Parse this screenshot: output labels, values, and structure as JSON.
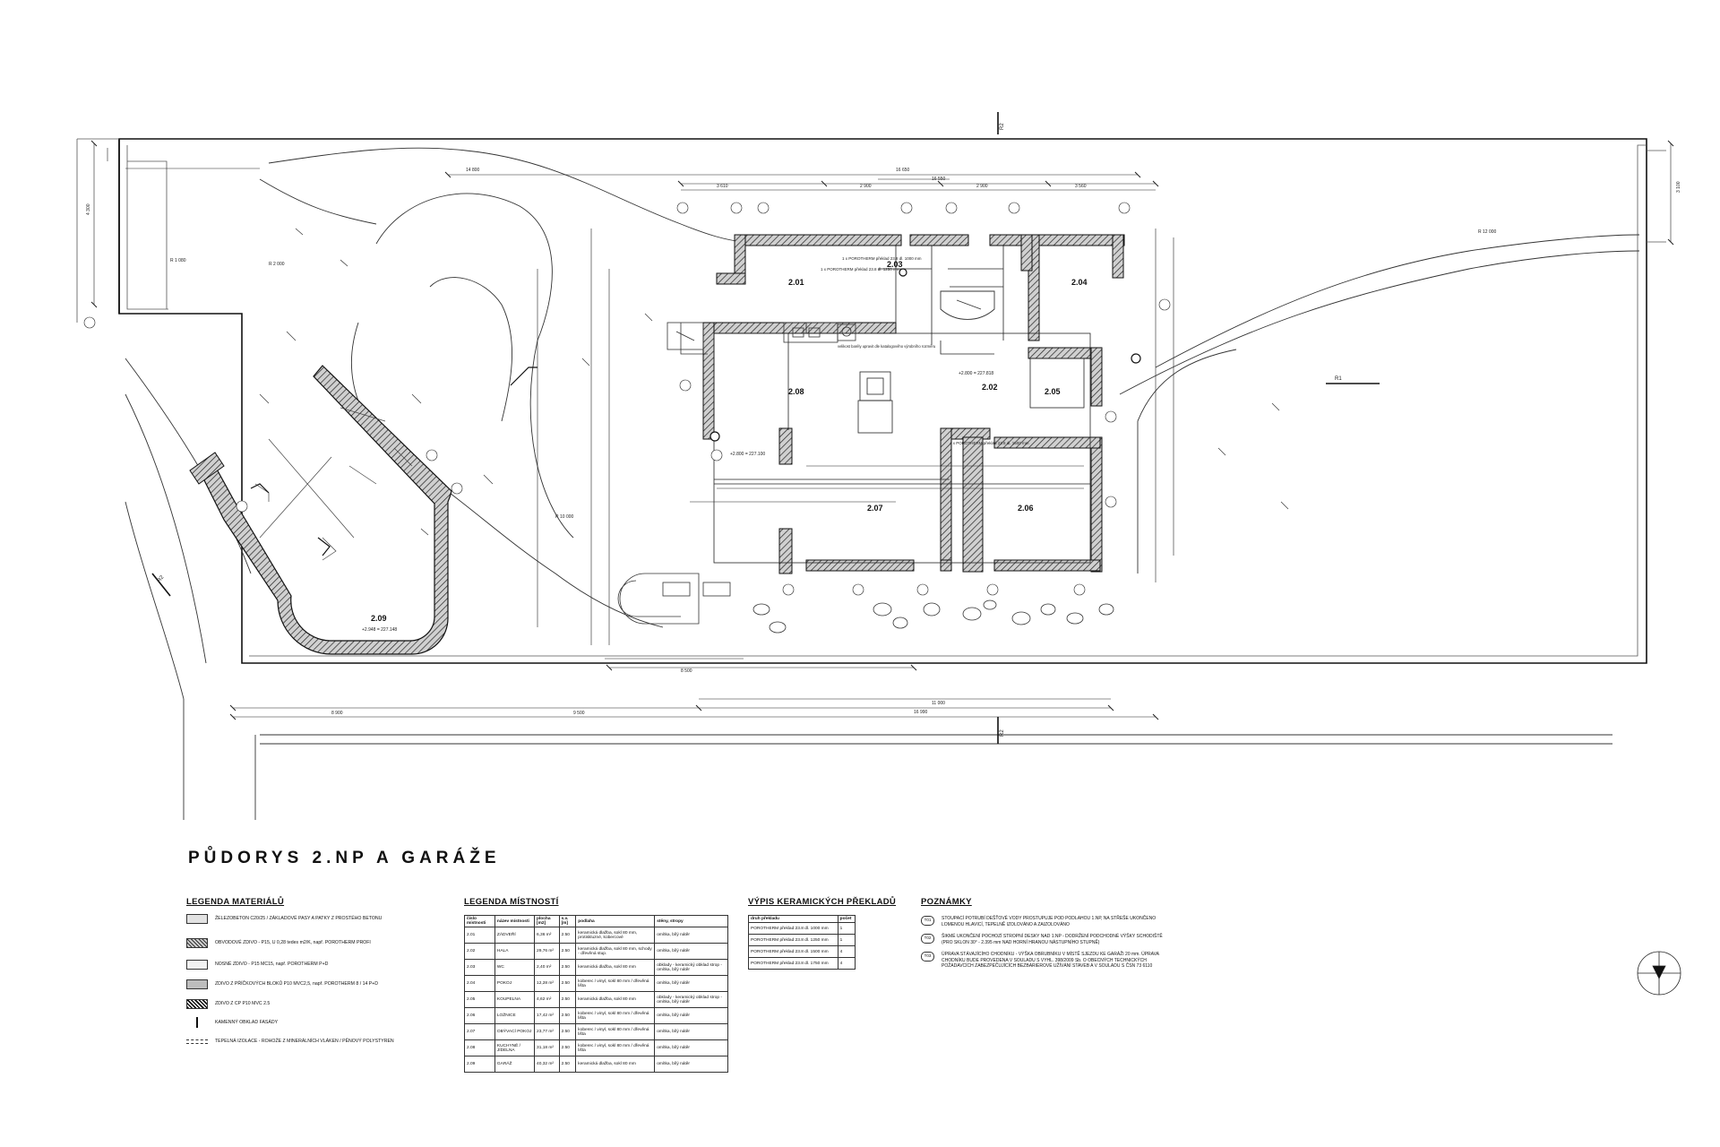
{
  "title": "PŮDORYS 2.NP A GARÁŽE",
  "rooms_on_plan": [
    {
      "id": "2.01"
    },
    {
      "id": "2.02"
    },
    {
      "id": "2.03"
    },
    {
      "id": "2.04"
    },
    {
      "id": "2.05"
    },
    {
      "id": "2.06"
    },
    {
      "id": "2.07"
    },
    {
      "id": "2.08"
    },
    {
      "id": "2.09"
    }
  ],
  "plan_texts": {
    "dim_top_1": "14 800",
    "dim_top_2": "16 650",
    "dim_top_3": "16 550",
    "dim_sub_1": "3 610",
    "dim_sub_2": "2 900",
    "dim_sub_3": "2 900",
    "dim_sub_4": "3 560",
    "dim_bot_1": "8 500",
    "dim_bot_2": "11 000",
    "dim_bot_3": "8 900",
    "dim_bot_4": "9 500",
    "dim_bot_5": "16 990",
    "dim_left": "4 300",
    "dim_right": "3 100",
    "lintel_1": "1 x POROTHERM překlad 23.8 dl. 1250 mm",
    "lintel_2": "1 x POROTHERM překlad 23.8 dl. 1000 mm",
    "lintel_3": "4 x POROTHERM překlad 23.8 dl. 1500 mm",
    "level_208": "+2.800 = 227.100",
    "level_202": "+2.800 = 227.818",
    "level_209": "+2.948 = 227.148",
    "kitchen_note": "velikost barély upravit dle katalogového výrobního rozměru",
    "radius_1": "R 1 080",
    "radius_2": "R 2 000",
    "radius_3": "R 12 000",
    "radius_4": "R 10 000",
    "section_a": "R1",
    "section_b": "R2",
    "cut_top": "R2",
    "cut_bottom": "R2"
  },
  "legend_materials": {
    "heading": "LEGENDA MATERIÁLŮ",
    "items": [
      "ŽELEZOBETON C20/25 / ZÁKLADOVÉ PASY A PATKY Z PROSTÉHO BETONU",
      "OBVODOVÉ ZDIVO - P15, U 0,28 tedes m2/K, např. POROTHERM PROFI",
      "NOSNÉ ZDIVO - P15 MC15, např. POROTHERM P+D",
      "ZDIVO Z PŘÍČKOVÝCH BLOKŮ P10 MVC2,5, např. POROTHERM 8 / 14 P+D",
      "ZDIVO Z CP P10 MVC 2.5",
      "KAMENNÝ OBKLAD FASÁDY",
      "TEPELNÁ IZOLACE - ROHOŽE Z MINERÁLNÍCH VLÁKEN / PĚNOVÝ POLYSTYREN"
    ]
  },
  "legend_rooms": {
    "heading": "LEGENDA MÍSTNOSTÍ",
    "columns": [
      "číslo místnosti",
      "název místnosti",
      "plocha [m2]",
      "s.v. [m]",
      "podlaha",
      "stěny, stropy"
    ],
    "rows": [
      [
        "2.01",
        "ZÁDVEŘÍ",
        "6,36 m²",
        "2.50",
        "keramická dlažba, sokl 80 mm, protiskluzné, kobercové",
        "omítka, bílý nátěr"
      ],
      [
        "2.02",
        "HALA",
        "29,76 m²",
        "2.50",
        "keramická dlažba, sokl 80 mm, schody - dřevěná stup.",
        "omítka, bílý nátěr"
      ],
      [
        "2.03",
        "WC",
        "2,40 m²",
        "2.50",
        "keramická dlažba, sokl 80 mm",
        "obklady - keramický obklad strop - omítka, bílý nátěr"
      ],
      [
        "2.04",
        "POKOJ",
        "12,28 m²",
        "2.50",
        "koberec / vinyl, sokl 80 mm / dřevěná lišta",
        "omítka, bílý nátěr"
      ],
      [
        "2.05",
        "KOUPELNA",
        "4,62 m²",
        "2.50",
        "keramická dlažba, sokl 80 mm",
        "obklady - keramický obklad strop - omítka, bílý nátěr"
      ],
      [
        "2.06",
        "LOŽNICE",
        "17,42 m²",
        "2.50",
        "koberec / vinyl, sokl 80 mm / dřevěná lišta",
        "omítka, bílý nátěr"
      ],
      [
        "2.07",
        "OBÝVACÍ POKOJ",
        "23,77 m²",
        "2.50",
        "koberec / vinyl, sokl 80 mm / dřevěná lišta",
        "omítka, bílý nátěr"
      ],
      [
        "2.08",
        "KUCHYNĚ / JÍDELNA",
        "31,18 m²",
        "2.50",
        "koberec / vinyl, sokl 80 mm / dřevěná lišta",
        "omítka, bílý nátěr"
      ],
      [
        "2.09",
        "GARÁŽ",
        "40,32 m²",
        "2.50",
        "keramická dlažba, sokl 80 mm",
        "omítka, bílý nátěr"
      ]
    ]
  },
  "bricks": {
    "heading": "VÝPIS KERAMICKÝCH PŘEKLADŮ",
    "columns": [
      "druh překladu",
      "počet"
    ],
    "rows": [
      [
        "POROTHERM překlad 23.8 dl. 1000 mm",
        "1"
      ],
      [
        "POROTHERM překlad 23.8 dl. 1250 mm",
        "1"
      ],
      [
        "POROTHERM překlad 23.8 dl. 1500 mm",
        "4"
      ],
      [
        "POROTHERM překlad 23.8 dl. 1750 mm",
        "4"
      ]
    ]
  },
  "notes": {
    "heading": "POZNÁMKY",
    "items": [
      {
        "badge": "T01",
        "text": "STOUPACÍ POTRUBÍ DEŠŤOVÉ VODY PROSTUPUJE POD PODLAHOU 1.NP, NA STŘEŠE UKONČENO LOMENOU HLAVICÍ, TEPELNĚ IZOLOVÁNO A ZAIZOLOVÁNO"
      },
      {
        "badge": "T02",
        "text": "ŠIKMÉ UKONČENÍ POCHOZÍ STROPNÍ DESKY NAD 1.NP - DODRŽENÍ PODCHODNÉ VÝŠKY SCHODIŠTĚ (PRO SKLON 30° - 2.395 mm NAD HORNÍ HRANOU NÁSTUPNÍHO STUPNĚ)"
      },
      {
        "badge": "T03",
        "text": "ÚPRAVA STÁVAJÍCÍHO CHODNÍKU - VÝŠKA OBRUBNÍKU V MÍSTĚ SJEZDU KE GARÁŽI 20 mm. ÚPRAVA CHODNÍKU BUDE PROVEDENA V SOULADU S VYHL. 398/2009 Sb. O OBECNÝCH TECHNICKÝCH POŽADAVCÍCH ZABEZPEČUJÍCÍCH BEZBARIÉROVÉ UŽÍVÁNÍ STAVEB A V SOULADU S ČSN 73 6110"
      }
    ]
  }
}
